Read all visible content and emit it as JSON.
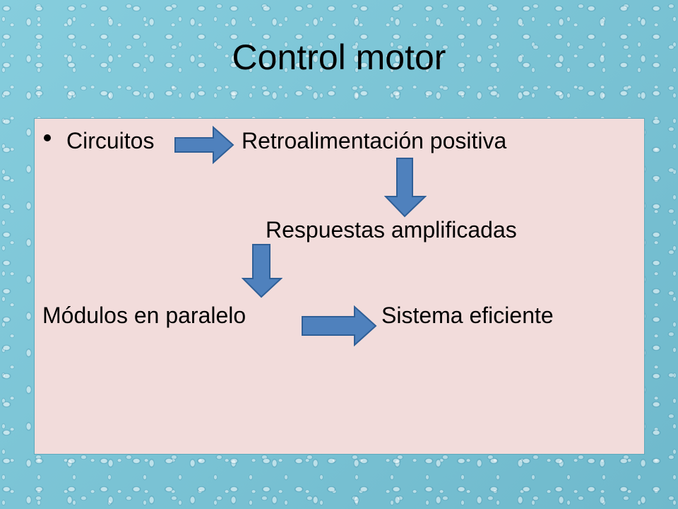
{
  "slide": {
    "title": "Control motor",
    "items": {
      "circuitos": "Circuitos",
      "retroalimentacion": "Retroalimentación positiva",
      "respuestas": "Respuestas amplificadas",
      "modulos": "Módulos en paralelo",
      "sistema": "Sistema eficiente"
    }
  },
  "colors": {
    "background": "#7cc4d6",
    "panel": "#f2dcdb",
    "arrow_fill": "#4f81bd",
    "arrow_stroke": "#2f5f97"
  }
}
